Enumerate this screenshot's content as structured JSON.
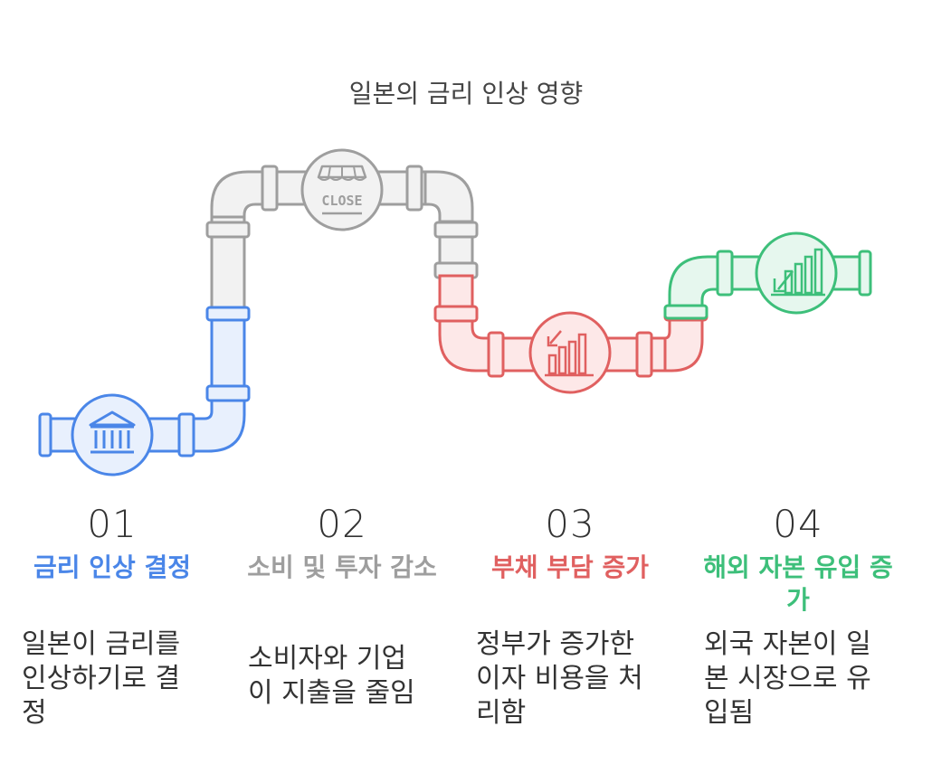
{
  "title": "일본의 금리 인상 영향",
  "colors": {
    "blue": "#4a86e8",
    "gray": "#9e9e9e",
    "red": "#e06060",
    "green": "#3dbf7a"
  },
  "icons": {
    "step1": "bank-icon",
    "step2": "closed-store-icon",
    "step3": "chart-down-icon",
    "step4": "chart-up-icon"
  },
  "icon_text": {
    "step2": "CLOSE"
  },
  "steps": [
    {
      "number": "01",
      "label": "금리 인상 결정",
      "description": "일본이 금리를 인상하기로 결정"
    },
    {
      "number": "02",
      "label": "소비 및 투자 감소",
      "description": "소비자와 기업이 지출을 줄임"
    },
    {
      "number": "03",
      "label": "부채 부담 증가",
      "description": "정부가 증가한 이자 비용을 처리함"
    },
    {
      "number": "04",
      "label": "해외 자본 유입 증가",
      "description": "외국 자본이 일본 시장으로 유입됨"
    }
  ]
}
